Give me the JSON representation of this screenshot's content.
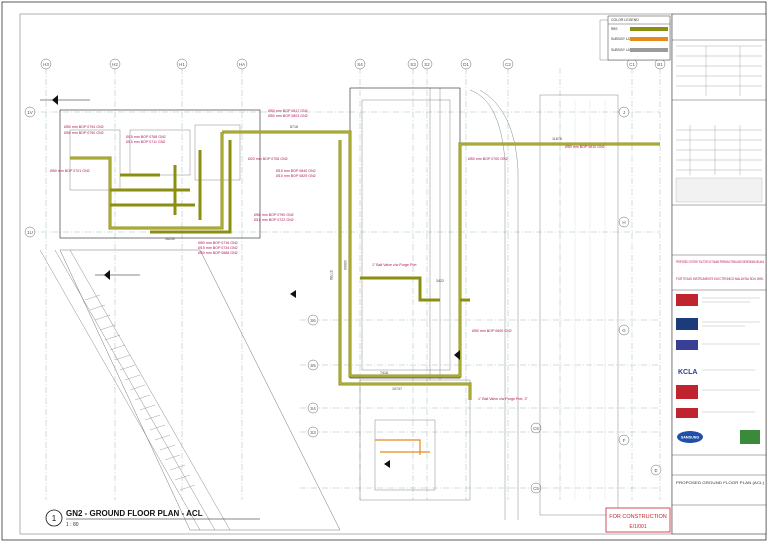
{
  "legend": {
    "title": "COLOR LEGEND",
    "items": [
      {
        "label": "RBS",
        "color": "#8a8f10"
      },
      {
        "label": "SUBSIDY LATERAL",
        "color": "#e58a1c"
      },
      {
        "label": "SUBSIDY LATERAL - REF",
        "color": "#9a9a9a"
      }
    ]
  },
  "drawing": {
    "view_number": "1",
    "view_title": "GN2 - GROUND FLOOR PLAN - ACL",
    "scale": "1 : 80"
  },
  "grid_labels": {
    "top": [
      "H3",
      "H2",
      "H1",
      "HA",
      "S4",
      "S3",
      "S2",
      "D1",
      "C2",
      "C1",
      "B1"
    ],
    "left": [
      "1V",
      "1U"
    ],
    "right_circles": [
      "J",
      "H",
      "G",
      "F",
      "E"
    ],
    "mid": [
      "S6",
      "S5",
      "S4",
      "S3",
      "C6",
      "C5"
    ]
  },
  "pipe_labels": [
    "Ø50 mm BOP 0794 GN2",
    "Ø50 mm BOP 0790 GN2",
    "Ø15 mm BOP 0768 GN2",
    "Ø15 mm BOP 0711 GN2",
    "Ø50 mm BOP 0817 GN2",
    "Ø50 mm BOP 0803 GN2",
    "Ø20 mm BOP 0706 GN2",
    "Ø15 mm BOP 0840 GN2",
    "Ø15 mm BOP 0829 GN2",
    "Ø50 mm BOP 0701 GN2",
    "Ø50 mm BOP 0790 GN2",
    "Ø15 mm BOP 0722 GN2",
    "Ø50 mm BOP 0716 GN2",
    "Ø15 mm BOP 0734 GN2",
    "Ø50 mm BOP 0688 GN2",
    "Ø50 mm BOP 0700 GN2",
    "Ø50 mm BOP 0610 GN2",
    "Ø50 mm BOP 0605 GN2"
  ],
  "valve_labels": [
    "1\" Ball Valve c/w Purge Port",
    "1\" Ball Valve c/w Purge Port, 3\""
  ],
  "dimensions": [
    "8716",
    "11678",
    "7416",
    "10747",
    "37788",
    "15000",
    "3422",
    "16250"
  ],
  "title_block": {
    "project": "PROPOSED 3 STOREY FACTORY AT TAMAN PERINDUSTRIAN BATU BERENDAM MELAKA",
    "client": "FOR TEXAS INSTRUMENTS ELECTRONICS MALAYSIA SDN. BHD.",
    "firms": [
      "KCLA",
      "SAMSUNG"
    ],
    "status": "FOR CONSTRUCTION",
    "drawing_title": "PROPOSED GROUND FLOOR PLAN (ACL)",
    "stamp": "E/1/001"
  }
}
